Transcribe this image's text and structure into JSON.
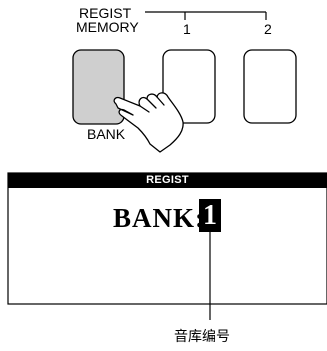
{
  "panel": {
    "regist_memory_line1": "REGIST",
    "regist_memory_line2": "MEMORY",
    "button_1_label": "1",
    "button_2_label": "2",
    "bank_label": "BANK"
  },
  "lcd": {
    "header": "REGIST",
    "bank_text": "BANK:",
    "bank_number": "1"
  },
  "caption": "音库编号",
  "colors": {
    "bank_button_fill": "#cfcfcf",
    "display_header_bg": "#000000"
  },
  "icons": [
    "pointing-hand-icon"
  ]
}
